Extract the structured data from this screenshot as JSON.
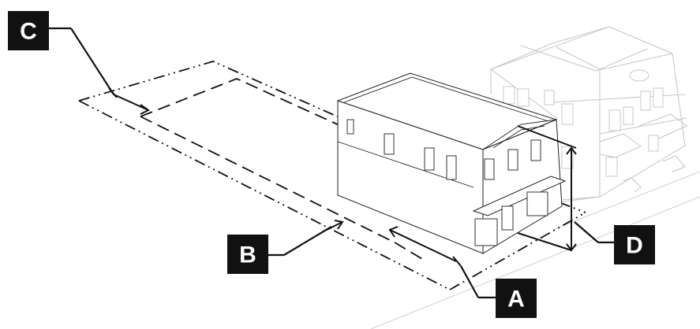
{
  "diagram": {
    "callouts": [
      {
        "id": "a",
        "label": "A"
      },
      {
        "id": "b",
        "label": "B"
      },
      {
        "id": "c",
        "label": "C"
      },
      {
        "id": "d",
        "label": "D"
      }
    ],
    "colors": {
      "callout_fill": "#111111",
      "callout_text": "#ffffff",
      "line": "#111111",
      "ghost_building": "#c4c4c4"
    }
  }
}
